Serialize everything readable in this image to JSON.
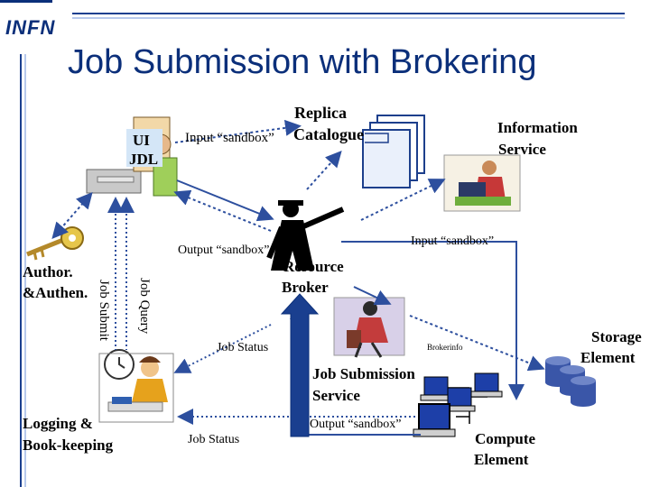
{
  "slide": {
    "logo": "INFN",
    "title": "Job Submission with Brokering"
  },
  "labels": {
    "ui": "UI",
    "jdl": "JDL",
    "replica": "Replica",
    "catalogue": "Catalogue",
    "input_sandbox_top": "Input “sandbox”",
    "information": "Information",
    "service": "Service",
    "output_sandbox_top": "Output “sandbox”",
    "input_sandbox_right": "Input “sandbox”",
    "author": "Author.",
    "authen": "&Authen.",
    "job_submit": "Job Submit",
    "job_query": "Job Query",
    "resource": "Resource",
    "broker": "Broker",
    "job_status_1": "Job Status",
    "brokerinfo": "Brokerinfo",
    "storage": "Storage",
    "element_storage": "Element",
    "job_submission": "Job Submission",
    "jss_service": "Service",
    "logging": "Logging &",
    "bookkeeping": "Book-keeping",
    "job_status_2": "Job Status",
    "output_sandbox_bottom": "Output “sandbox”",
    "compute": "Compute",
    "element_compute": "Element"
  },
  "colors": {
    "title_blue": "#0b2f7a",
    "arrow_blue": "#2d4f9e",
    "storage_blue": "#3a56a8",
    "screen_blue": "#1d3fa8"
  },
  "icons": [
    "user-workstation-icon",
    "replica-catalogue-docs-icon",
    "information-service-icon",
    "resource-broker-figure-icon",
    "key-icon",
    "job-submission-service-icon",
    "logging-bookkeeping-icon",
    "storage-element-icon",
    "compute-element-icon"
  ]
}
